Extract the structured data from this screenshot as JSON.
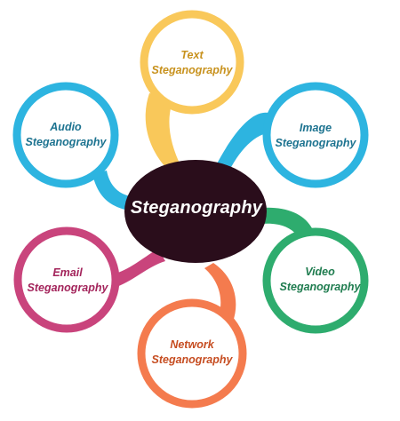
{
  "center": {
    "label": "Steganography",
    "color": "#2a0d1b"
  },
  "petals": [
    {
      "id": "text",
      "line1": "Text",
      "line2": "Steganography",
      "color": "#f9c85a",
      "text_color": "#c8921e"
    },
    {
      "id": "image",
      "line1": "Image",
      "line2": "Steganography",
      "color": "#2db4e0",
      "text_color": "#1d7390"
    },
    {
      "id": "video",
      "line1": "Video",
      "line2": "Steganography",
      "color": "#2eac6e",
      "text_color": "#1f7c4f"
    },
    {
      "id": "network",
      "line1": "Network",
      "line2": "Steganography",
      "color": "#f47b4e",
      "text_color": "#c64d21"
    },
    {
      "id": "email",
      "line1": "Email",
      "line2": "Steganography",
      "color": "#c9447c",
      "text_color": "#a3245b"
    },
    {
      "id": "audio",
      "line1": "Audio",
      "line2": "Steganography",
      "color": "#2db4e0",
      "text_color": "#1d7390"
    }
  ]
}
